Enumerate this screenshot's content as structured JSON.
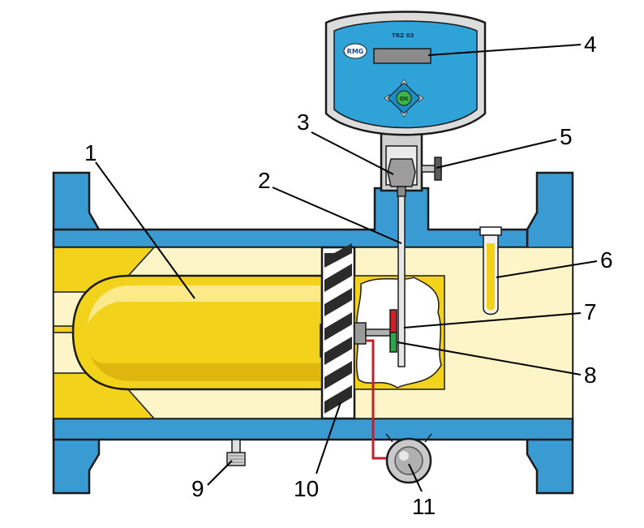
{
  "device": {
    "logo_text": "RMG",
    "model_text": "TRZ 03",
    "ok_label": "OK"
  },
  "callouts": [
    {
      "label": "1",
      "part": "flow-straightener-body"
    },
    {
      "label": "2",
      "part": "shaft"
    },
    {
      "label": "3",
      "part": "coupling"
    },
    {
      "label": "4",
      "part": "display"
    },
    {
      "label": "5",
      "part": "pressure-tap-valve"
    },
    {
      "label": "6",
      "part": "thermowell"
    },
    {
      "label": "7",
      "part": "reed-contact"
    },
    {
      "label": "8",
      "part": "magnet-wheel"
    },
    {
      "label": "9",
      "part": "drain-plug"
    },
    {
      "label": "10",
      "part": "turbine-wheel"
    },
    {
      "label": "11",
      "part": "pulse-transmitter"
    }
  ],
  "colors": {
    "housing": "#3a9bd3",
    "pipe_interior": "#fdf5c8",
    "flow_body": "#f2d21a",
    "display_panel": "#2fa3d8",
    "ok_button": "#3ab54a",
    "signal_wire": "#c0202a"
  }
}
